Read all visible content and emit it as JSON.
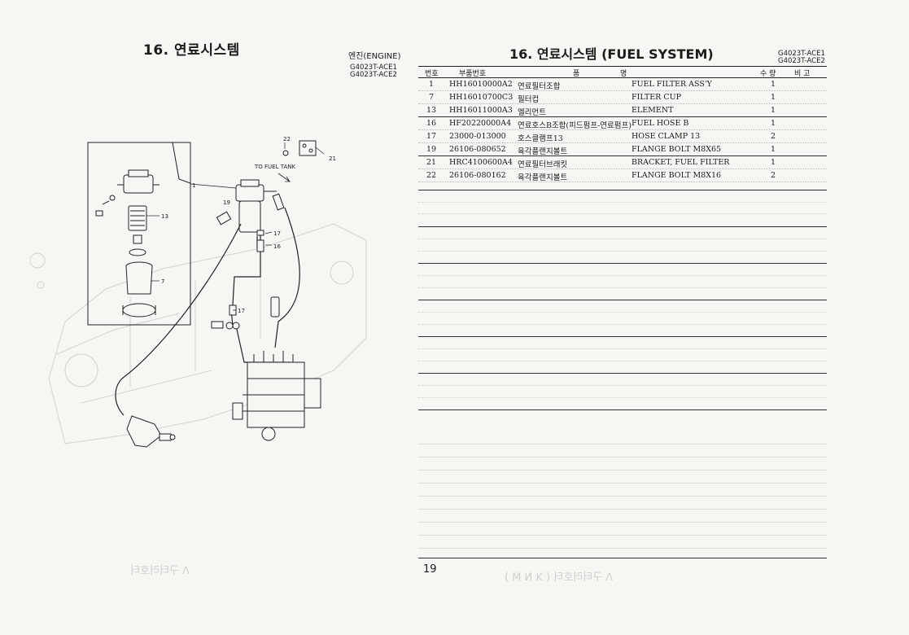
{
  "header": {
    "left_title": "16. 연료시스템",
    "engine_label": "엔진(ENGINE)",
    "left_models": [
      "G4023T-ACE1",
      "G4023T-ACE2"
    ],
    "right_title": "16. 연료시스템 (FUEL SYSTEM)",
    "right_models": [
      "G4023T-ACE1",
      "G4023T-ACE2"
    ]
  },
  "table": {
    "headers": {
      "no": "번호",
      "part_no": "부품번호",
      "name_left": "품",
      "name_right": "명",
      "qty": "수 량",
      "remark": "비 고"
    },
    "rows": [
      {
        "no": "1",
        "part_no": "HH16010000A2",
        "name_kr": "연료필터조합",
        "name_en": "FUEL FILTER ASS'Y",
        "qty": "1"
      },
      {
        "no": "7",
        "part_no": "HH16010700C3",
        "name_kr": "필터컵",
        "name_en": "FILTER CUP",
        "qty": "1"
      },
      {
        "no": "13",
        "part_no": "HH16011000A3",
        "name_kr": "엘리먼트",
        "name_en": "ELEMENT",
        "qty": "1"
      },
      {
        "no": "16",
        "part_no": "HF20220000A4",
        "name_kr": "연료호스B조합(피드펌프-연료펌프)",
        "name_en": "FUEL HOSE B",
        "qty": "1"
      },
      {
        "no": "17",
        "part_no": "23000-013000",
        "name_kr": "호스클램프13",
        "name_en": "HOSE CLAMP 13",
        "qty": "2"
      },
      {
        "no": "19",
        "part_no": "26106-080652",
        "name_kr": "육각플랜지볼트",
        "name_en": "FLANGE BOLT M8X65",
        "qty": "1"
      },
      {
        "no": "21",
        "part_no": "HRC4100600A4",
        "name_kr": "연료필터브래킷",
        "name_en": "BRACKET, FUEL FILTER",
        "qty": "1"
      },
      {
        "no": "22",
        "part_no": "26106-080162",
        "name_kr": "육각플랜지볼트",
        "name_en": "FLANGE BOLT M8X16",
        "qty": "2"
      }
    ]
  },
  "diagram": {
    "to_fuel_tank": "TO FUEL TANK",
    "callouts": {
      "c1": "1",
      "c7": "7",
      "c13": "13",
      "c16": "16",
      "c17a": "17",
      "c17b": "17",
      "c19": "19",
      "c21": "21",
      "c22": "22"
    }
  },
  "footer": {
    "page_number": "19"
  }
}
